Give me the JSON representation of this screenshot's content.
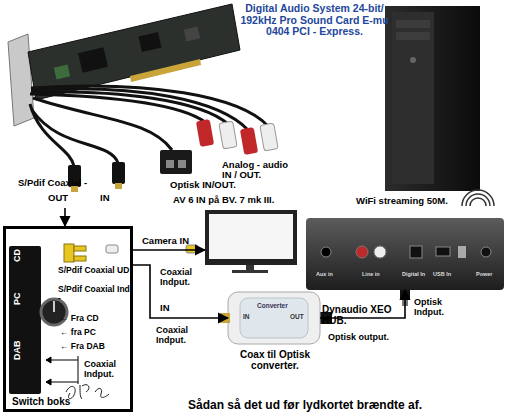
{
  "diagram": {
    "caption": "Sådan så det ud før lydkortet brændte af.",
    "nodes": [
      {
        "text": [
          "Digital Audio System 24-bit/ 192kHz Pro Sound Card E-mu 0404 PCI - Express."
        ]
      },
      {
        "text": [
          "AV 6 IN på BV. 7 mk III."
        ]
      },
      {
        "text": [
          "WiFi streaming 50M.",
          "Dynaudio XEO HUB."
        ]
      },
      {
        "text": [
          "Coax til Optisk converter."
        ]
      },
      {
        "text": [
          "Switch boks"
        ]
      }
    ],
    "edges": [
      {
        "from": 0,
        "to": 4,
        "arrow": "to"
      },
      {
        "from": 4,
        "to": 1,
        "label": "Camera IN",
        "arrow": "to"
      },
      {
        "from": 4,
        "to": 3,
        "label": "IN",
        "arrow": "to"
      },
      {
        "from": 3,
        "to": 2,
        "arrow": "to"
      }
    ],
    "labels": [
      "S/Pdif Coaxial -",
      "Analog - audio IN / OUT.",
      "Optisk IN/OUT.",
      "OUT",
      "IN",
      "Coaxial Indput.",
      "S/Pdif Coaxial UD",
      "S/Pdif Coaxial Ind -",
      "← Fra CD",
      "← fra PC",
      "← Fra DAB",
      "Coaxial Indput.",
      "CD",
      "PC",
      "DAB",
      "Coaxial Indput.",
      "Optisk output.",
      "Optisk Indput.",
      "IN",
      "Converter",
      "OUT",
      "Aux in",
      "Line in",
      "Digital In",
      "USB In",
      "Power"
    ]
  }
}
